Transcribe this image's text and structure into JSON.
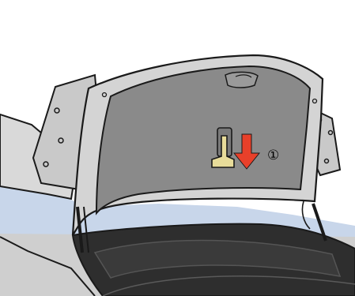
{
  "illustration": {
    "subject": "trunk-lid-emergency-release",
    "step_marker": {
      "label": "①"
    },
    "arrow": {
      "direction": "down",
      "color": "#e8402a"
    },
    "colors": {
      "lid_frame": "#d4d4d4",
      "lid_panel": "#8a8a8a",
      "sky_gap": "#c8d6ea",
      "trunk_interior": "#2e2e2e",
      "car_body": "#cfcfcf",
      "release_handle": "#e8dc9a",
      "outline": "#1a1a1a"
    }
  }
}
